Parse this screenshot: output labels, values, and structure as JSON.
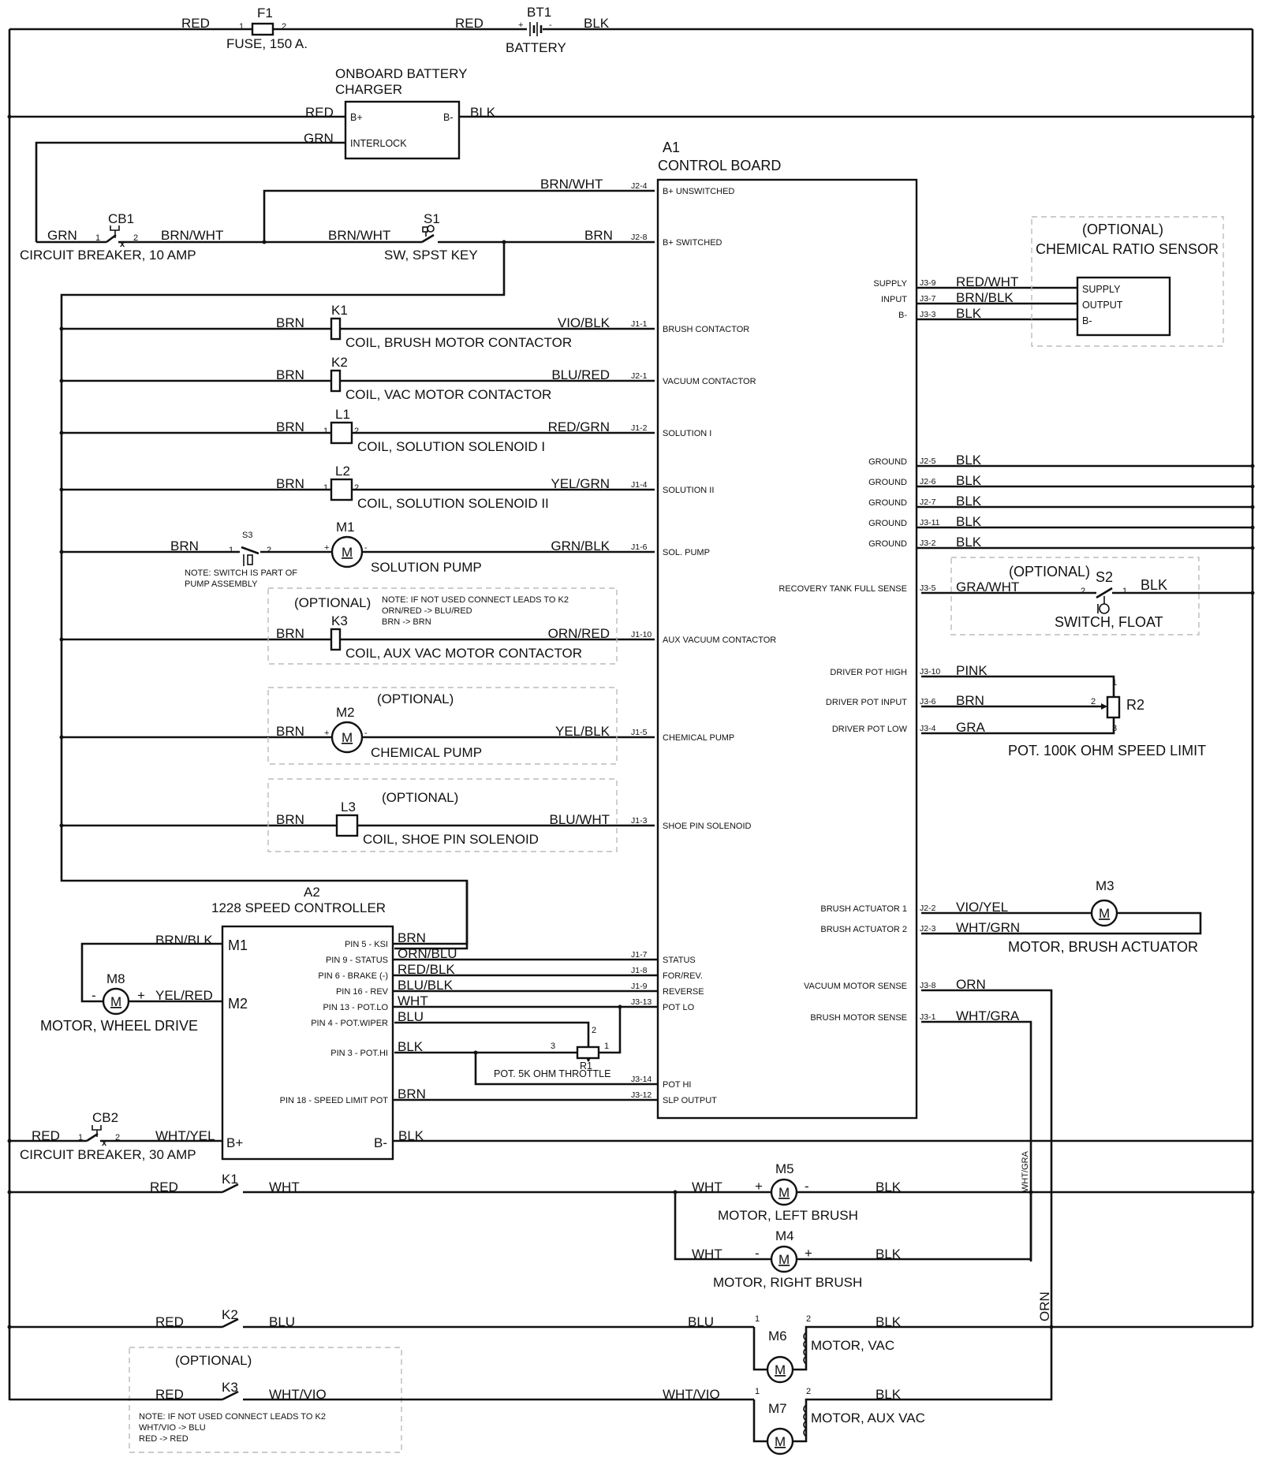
{
  "top": {
    "f1": {
      "ref": "F1",
      "desc": "FUSE, 150 A.",
      "wire_in": "RED",
      "pin1": "1",
      "pin2": "2"
    },
    "bt1": {
      "ref": "BT1",
      "desc": "BATTERY",
      "wire_in": "RED",
      "wire_out": "BLK",
      "plus": "+",
      "minus": "-"
    },
    "charger": {
      "title1": "ONBOARD BATTERY",
      "title2": "CHARGER",
      "b_plus": "B+",
      "b_minus": "B-",
      "interlock": "INTERLOCK",
      "wire_red": "RED",
      "wire_blk": "BLK",
      "wire_grn": "GRN"
    },
    "cb1": {
      "ref": "CB1",
      "desc": "CIRCUIT BREAKER, 10 AMP",
      "wire_in": "GRN",
      "wire_out": "BRN/WHT",
      "pin1": "1",
      "pin2": "2"
    },
    "s1": {
      "ref": "S1",
      "desc": "SW, SPST KEY",
      "wire_in": "BRN/WHT",
      "wire_out": "BRN"
    },
    "unswitched_wire": "BRN/WHT"
  },
  "a1": {
    "ref": "A1",
    "title": "CONTROL BOARD",
    "left_pins": [
      {
        "pin": "J2-4",
        "label": "B+ UNSWITCHED"
      },
      {
        "pin": "J2-8",
        "label": "B+ SWITCHED"
      },
      {
        "pin": "J1-1",
        "label": "BRUSH CONTACTOR"
      },
      {
        "pin": "J2-1",
        "label": "VACUUM CONTACTOR"
      },
      {
        "pin": "J1-2",
        "label": "SOLUTION I"
      },
      {
        "pin": "J1-4",
        "label": "SOLUTION II"
      },
      {
        "pin": "J1-6",
        "label": "SOL. PUMP"
      },
      {
        "pin": "J1-10",
        "label": "AUX VACUUM CONTACTOR"
      },
      {
        "pin": "J1-5",
        "label": "CHEMICAL PUMP"
      },
      {
        "pin": "J1-3",
        "label": "SHOE PIN SOLENOID"
      },
      {
        "pin": "J1-7",
        "label": "STATUS"
      },
      {
        "pin": "J1-8",
        "label": "FOR/REV."
      },
      {
        "pin": "J1-9",
        "label": "REVERSE"
      },
      {
        "pin": "J3-13",
        "label": "POT LO"
      },
      {
        "pin": "J3-14",
        "label": "POT HI"
      },
      {
        "pin": "J3-12",
        "label": "SLP OUTPUT"
      }
    ],
    "right_pins": [
      {
        "pin": "J3-9",
        "label": "SUPPLY",
        "wire": "RED/WHT"
      },
      {
        "pin": "J3-7",
        "label": "INPUT",
        "wire": "BRN/BLK"
      },
      {
        "pin": "J3-3",
        "label": "B-",
        "wire": "BLK"
      },
      {
        "pin": "J2-5",
        "label": "GROUND",
        "wire": "BLK"
      },
      {
        "pin": "J2-6",
        "label": "GROUND",
        "wire": "BLK"
      },
      {
        "pin": "J2-7",
        "label": "GROUND",
        "wire": "BLK"
      },
      {
        "pin": "J3-11",
        "label": "GROUND",
        "wire": "BLK"
      },
      {
        "pin": "J3-2",
        "label": "GROUND",
        "wire": "BLK"
      },
      {
        "pin": "J3-5",
        "label": "RECOVERY TANK FULL SENSE",
        "wire": "GRA/WHT"
      },
      {
        "pin": "J3-10",
        "label": "DRIVER POT HIGH",
        "wire": "PINK"
      },
      {
        "pin": "J3-6",
        "label": "DRIVER POT INPUT",
        "wire": "BRN"
      },
      {
        "pin": "J3-4",
        "label": "DRIVER POT LOW",
        "wire": "GRA"
      },
      {
        "pin": "J2-2",
        "label": "BRUSH ACTUATOR 1",
        "wire": "VIO/YEL"
      },
      {
        "pin": "J2-3",
        "label": "BRUSH ACTUATOR 2",
        "wire": "WHT/GRN"
      },
      {
        "pin": "J3-8",
        "label": "VACUUM MOTOR SENSE",
        "wire": "ORN"
      },
      {
        "pin": "J3-1",
        "label": "BRUSH MOTOR SENSE",
        "wire": "WHT/GRA"
      }
    ]
  },
  "sensor": {
    "optional": "(OPTIONAL)",
    "title": "CHEMICAL RATIO SENSOR",
    "pins": [
      "SUPPLY",
      "OUTPUT",
      "B-"
    ]
  },
  "rungs": [
    {
      "ref": "K1",
      "desc": "COIL, BRUSH MOTOR CONTACTOR",
      "wire_in": "BRN",
      "wire_out": "VIO/BLK"
    },
    {
      "ref": "K2",
      "desc": "COIL, VAC MOTOR CONTACTOR",
      "wire_in": "BRN",
      "wire_out": "BLU/RED"
    },
    {
      "ref": "L1",
      "desc": "COIL, SOLUTION SOLENOID I",
      "wire_in": "BRN",
      "wire_out": "RED/GRN",
      "pin1": "1",
      "pin2": "2"
    },
    {
      "ref": "L2",
      "desc": "COIL, SOLUTION SOLENOID II",
      "wire_in": "BRN",
      "wire_out": "YEL/GRN",
      "pin1": "1",
      "pin2": "2"
    },
    {
      "ref": "M1",
      "desc": "SOLUTION PUMP",
      "wire_in": "BRN",
      "wire_out": "GRN/BLK",
      "switch_ref": "S3",
      "note1": "NOTE: SWITCH IS PART OF",
      "note2": "PUMP ASSEMBLY"
    },
    {
      "ref": "K3",
      "desc": "COIL, AUX VAC MOTOR CONTACTOR",
      "wire_in": "BRN",
      "wire_out": "ORN/RED",
      "optional": "(OPTIONAL)",
      "note1": "NOTE: IF NOT USED CONNECT LEADS TO K2",
      "note2": "ORN/RED -> BLU/RED",
      "note3": "BRN -> BRN"
    },
    {
      "ref": "M2",
      "desc": "CHEMICAL PUMP",
      "wire_in": "BRN",
      "wire_out": "YEL/BLK",
      "optional": "(OPTIONAL)"
    },
    {
      "ref": "L3",
      "desc": "COIL, SHOE PIN SOLENOID",
      "wire_in": "BRN",
      "wire_out": "BLU/WHT",
      "optional": "(OPTIONAL)"
    }
  ],
  "s2": {
    "optional": "(OPTIONAL)",
    "ref": "S2",
    "desc": "SWITCH, FLOAT",
    "wire_out": "BLK"
  },
  "r2": {
    "ref": "R2",
    "desc": "POT. 100K OHM SPEED LIMIT"
  },
  "m3": {
    "ref": "M3",
    "desc": "MOTOR, BRUSH ACTUATOR"
  },
  "a2": {
    "ref": "A2",
    "title": "1228 SPEED CONTROLLER",
    "m1": "M1",
    "m2": "M2",
    "b_plus": "B+",
    "b_minus": "B-",
    "pins": [
      {
        "label": "PIN 5 - KSI",
        "wire": "BRN"
      },
      {
        "label": "PIN 9 - STATUS",
        "wire": "ORN/BLU"
      },
      {
        "label": "PIN 6 - BRAKE (-)",
        "wire": "RED/BLK"
      },
      {
        "label": "PIN 16 - REV",
        "wire": "BLU/BLK"
      },
      {
        "label": "PIN 13 - POT.LO",
        "wire": "WHT"
      },
      {
        "label": "PIN 4 - POT.WIPER",
        "wire": "BLU"
      },
      {
        "label": "PIN 3 - POT.HI",
        "wire": "BLK"
      },
      {
        "label": "PIN 18 - SPEED LIMIT POT",
        "wire": "BRN"
      }
    ],
    "wire_bminus": "BLK"
  },
  "r1": {
    "ref": "R1",
    "desc": "POT. 5K OHM THROTTLE"
  },
  "m8": {
    "ref": "M8",
    "desc": "MOTOR, WHEEL DRIVE",
    "wire_m1": "BRN/BLK",
    "wire_m2": "YEL/RED"
  },
  "cb2": {
    "ref": "CB2",
    "desc": "CIRCUIT BREAKER, 30 AMP",
    "wire_in": "RED",
    "wire_out": "WHT/YEL"
  },
  "power": {
    "k1_in": "RED",
    "k1_ref": "K1",
    "k1_out": "WHT",
    "m5": {
      "ref": "M5",
      "desc": "MOTOR, LEFT BRUSH",
      "wire_in": "WHT",
      "wire_out": "BLK"
    },
    "m4": {
      "ref": "M4",
      "desc": "MOTOR, RIGHT BRUSH",
      "wire_in": "WHT",
      "wire_out": "BLK"
    },
    "k2_in": "RED",
    "k2_ref": "K2",
    "k2_out": "BLU",
    "m6": {
      "ref": "M6",
      "desc": "MOTOR, VAC",
      "wire_in": "BLU",
      "wire_out": "BLK"
    },
    "k3_optional": "(OPTIONAL)",
    "k3_in": "RED",
    "k3_ref": "K3",
    "k3_out": "WHT/VIO",
    "k3_note1": "NOTE: IF NOT USED CONNECT LEADS TO K2",
    "k3_note2": "WHT/VIO -> BLU",
    "k3_note3": "RED -> RED",
    "m7": {
      "ref": "M7",
      "desc": "MOTOR, AUX VAC",
      "wire_in": "WHT/VIO",
      "wire_out": "BLK"
    },
    "vert_whtgra": "WHT/GRA",
    "vert_orn": "ORN"
  },
  "motor_glyph": "M"
}
